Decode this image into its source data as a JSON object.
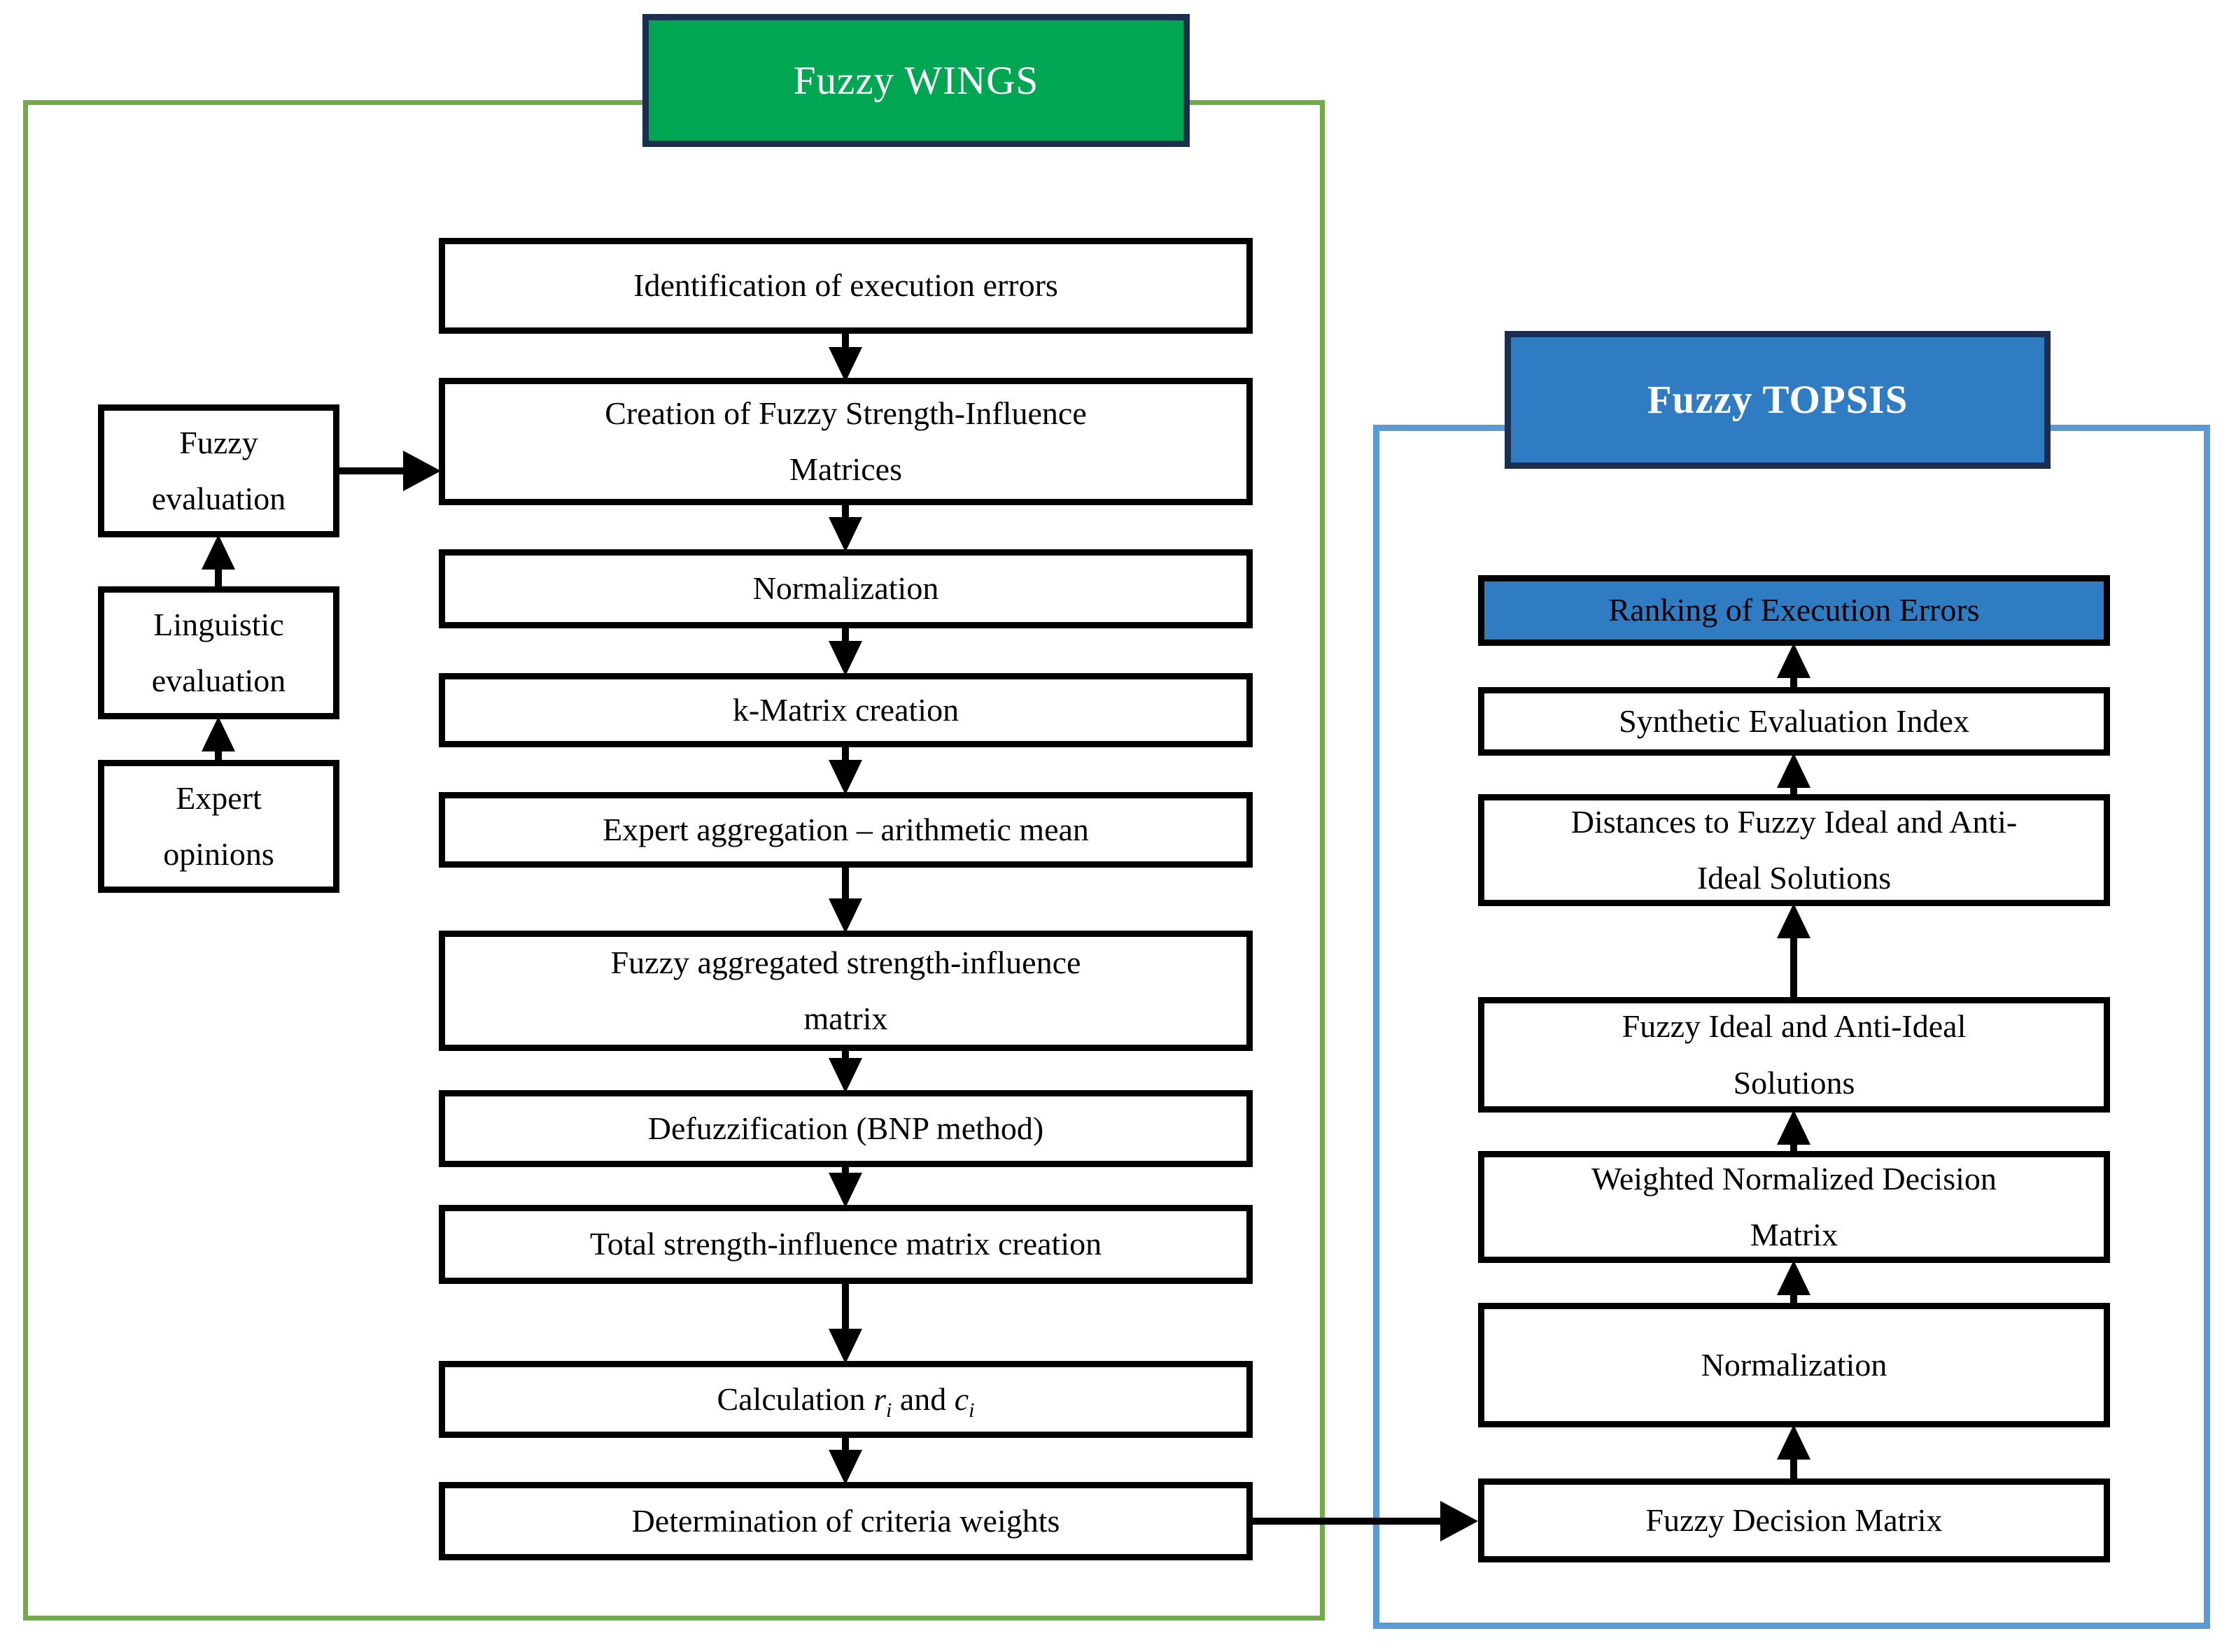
{
  "wings": {
    "header_label": "Fuzzy WINGS",
    "inputs": {
      "fuzzy_evaluation": "Fuzzy\nevaluation",
      "linguistic_evaluation": "Linguistic\nevaluation",
      "expert_opinions": "Expert\nopinions"
    },
    "boxes": {
      "identification": "Identification of execution errors",
      "creation": "Creation of Fuzzy Strength-Influence\nMatrices",
      "normalization": "Normalization",
      "k_matrix": "k-Matrix creation",
      "expert_aggregation": "Expert aggregation – arithmetic mean",
      "fuzzy_aggregated": "Fuzzy aggregated strength-influence\nmatrix",
      "defuzzification": "Defuzzification (BNP method)",
      "total_matrix": "Total strength-influence matrix creation",
      "calculation_segments": [
        {
          "t": "Calculation "
        },
        {
          "t": "r",
          "italic": true
        },
        {
          "t": "i",
          "italic": true,
          "sub": true
        },
        {
          "t": " and ",
          "spaced": true
        },
        {
          "t": "c",
          "italic": true
        },
        {
          "t": "i",
          "italic": true,
          "sub": true
        }
      ],
      "determination": "Determination of criteria weights"
    }
  },
  "topsis": {
    "header_label": "Fuzzy TOPSIS",
    "boxes": {
      "ranking": "Ranking of Execution Errors",
      "synthetic": "Synthetic Evaluation Index",
      "distances": "Distances to Fuzzy Ideal and Anti-\nIdeal Solutions",
      "fuzzy_ideal": "Fuzzy Ideal and Anti-Ideal\nSolutions",
      "weighted": "Weighted Normalized Decision\nMatrix",
      "normalization": "Normalization",
      "fuzzy_decision_matrix": "Fuzzy Decision Matrix"
    }
  },
  "colors": {
    "wings_header_fill": "#00A651",
    "topsis_header_fill": "#2F7CC3",
    "ranking_fill": "#2F7CC3",
    "header_border": "#1B2E4F",
    "wings_container_border": "#70AD47",
    "topsis_container_border": "#5B9BD5",
    "flow_black": "#000000"
  }
}
